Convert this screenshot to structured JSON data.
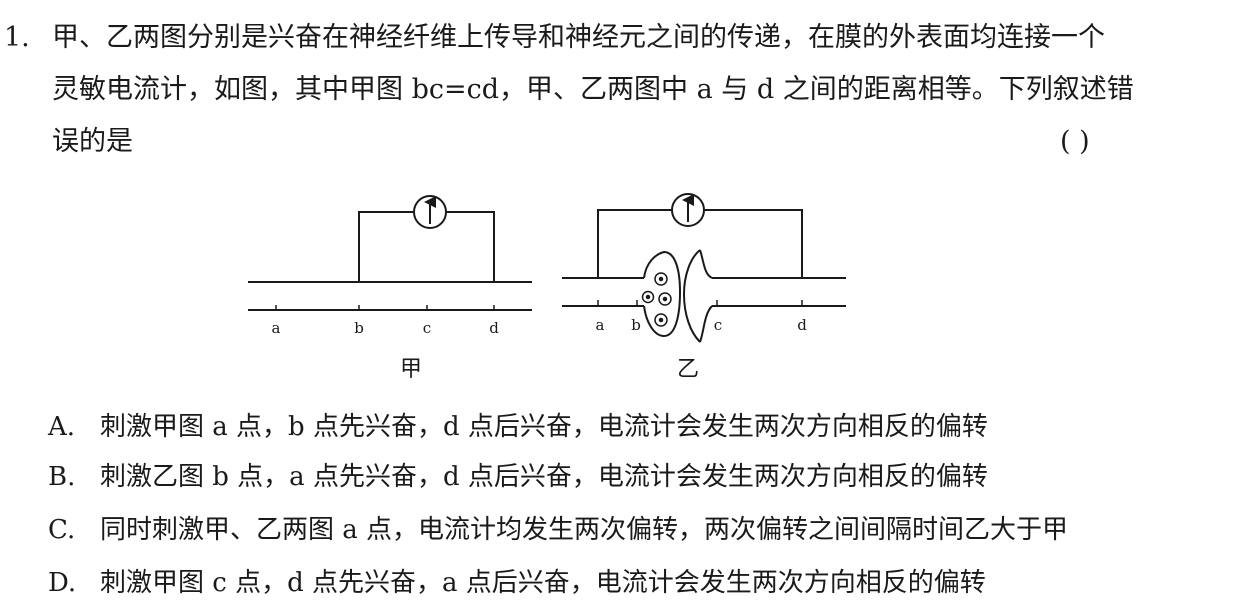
{
  "question": {
    "number": "1.",
    "stem_lines": [
      "甲、乙两图分别是兴奋在神经纤维上传导和神经元之间的传递，在膜的外表面均连接一个",
      "灵敏电流计，如图，其中甲图 bc=cd，甲、乙两图中 a 与 d 之间的距离相等。下列叙述错",
      "误的是"
    ],
    "answer_bracket": "(        )"
  },
  "figure": {
    "jia": {
      "point_labels": [
        "a",
        "b",
        "c",
        "d"
      ],
      "caption": "甲"
    },
    "yi": {
      "point_labels": [
        "a",
        "b",
        "c",
        "d"
      ],
      "caption": "乙"
    },
    "galvanometer_icon": "galvanometer-arrow-up"
  },
  "options": [
    {
      "letter": "A.",
      "text": "刺激甲图 a 点，b 点先兴奋，d 点后兴奋，电流计会发生两次方向相反的偏转"
    },
    {
      "letter": "B.",
      "text": "刺激乙图 b 点，a 点先兴奋，d 点后兴奋，电流计会发生两次方向相反的偏转"
    },
    {
      "letter": "C.",
      "text": "同时刺激甲、乙两图 a 点，电流计均发生两次偏转，两次偏转之间间隔时间乙大于甲"
    },
    {
      "letter": "D.",
      "text": "刺激甲图 c 点，d 点先兴奋，a 点后兴奋，电流计会发生两次方向相反的偏转"
    }
  ]
}
